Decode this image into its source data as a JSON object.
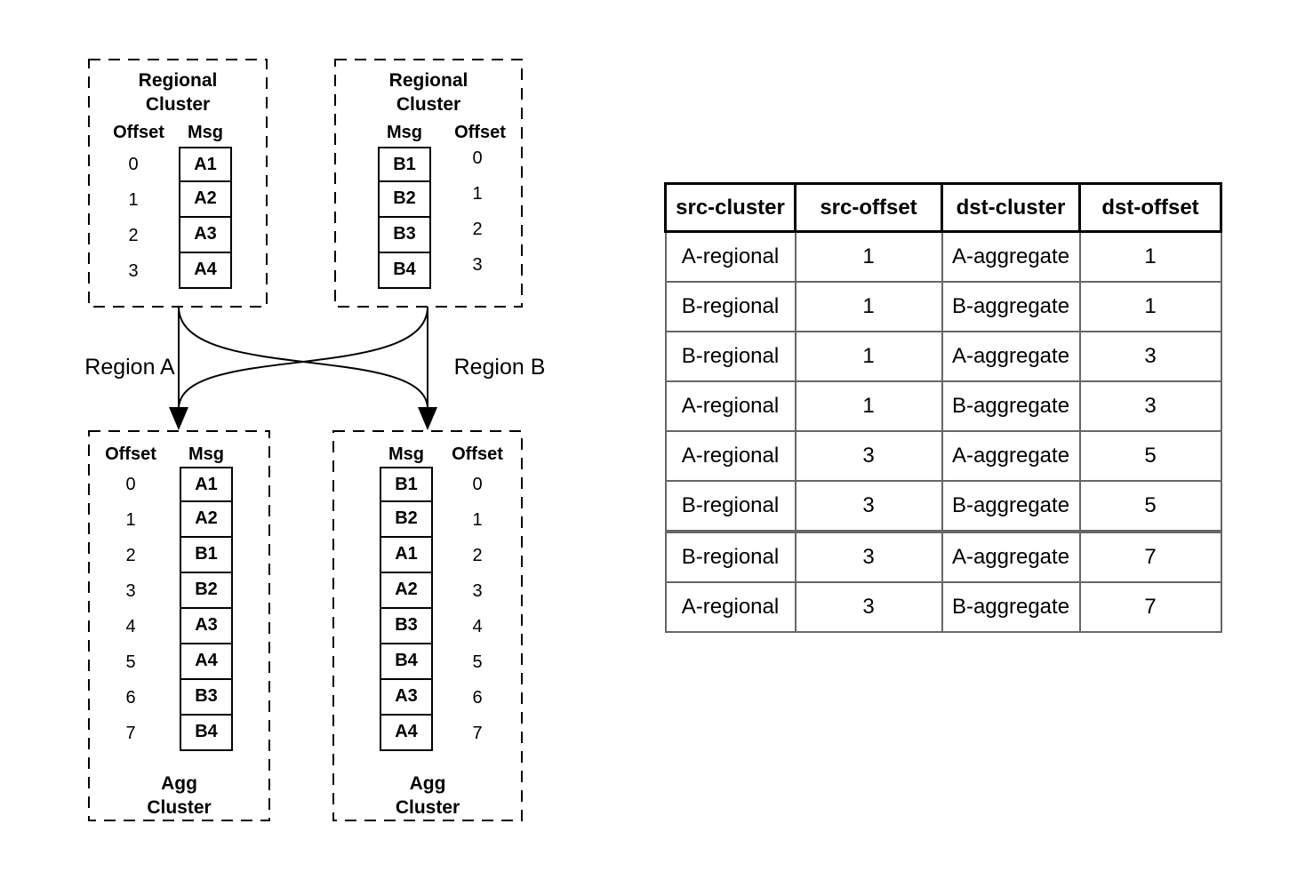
{
  "diagram": {
    "regional_a": {
      "title_line1": "Regional",
      "title_line2": "Cluster",
      "offset_header": "Offset",
      "msg_header": "Msg",
      "offsets": [
        "0",
        "1",
        "2",
        "3"
      ],
      "messages": [
        "A1",
        "A2",
        "A3",
        "A4"
      ]
    },
    "regional_b": {
      "title_line1": "Regional",
      "title_line2": "Cluster",
      "offset_header": "Offset",
      "msg_header": "Msg",
      "offsets": [
        "0",
        "1",
        "2",
        "3"
      ],
      "messages": [
        "B1",
        "B2",
        "B3",
        "B4"
      ]
    },
    "agg_a": {
      "title_line1": "Agg",
      "title_line2": "Cluster",
      "offset_header": "Offset",
      "msg_header": "Msg",
      "offsets": [
        "0",
        "1",
        "2",
        "3",
        "4",
        "5",
        "6",
        "7"
      ],
      "messages": [
        "A1",
        "A2",
        "B1",
        "B2",
        "A3",
        "A4",
        "B3",
        "B4"
      ]
    },
    "agg_b": {
      "title_line1": "Agg",
      "title_line2": "Cluster",
      "offset_header": "Offset",
      "msg_header": "Msg",
      "offsets": [
        "0",
        "1",
        "2",
        "3",
        "4",
        "5",
        "6",
        "7"
      ],
      "messages": [
        "B1",
        "B2",
        "A1",
        "A2",
        "B3",
        "B4",
        "A3",
        "A4"
      ]
    },
    "region_a_label": "Region A",
    "region_b_label": "Region B"
  },
  "table": {
    "headers": [
      "src-cluster",
      "src-offset",
      "dst-cluster",
      "dst-offset"
    ],
    "rows": [
      {
        "src_cluster": "A-regional",
        "src_offset": "1",
        "dst_cluster": "A-aggregate",
        "dst_offset": "1"
      },
      {
        "src_cluster": "B-regional",
        "src_offset": "1",
        "dst_cluster": "B-aggregate",
        "dst_offset": "1"
      },
      {
        "src_cluster": "B-regional",
        "src_offset": "1",
        "dst_cluster": "A-aggregate",
        "dst_offset": "3"
      },
      {
        "src_cluster": "A-regional",
        "src_offset": "1",
        "dst_cluster": "B-aggregate",
        "dst_offset": "3"
      },
      {
        "src_cluster": "A-regional",
        "src_offset": "3",
        "dst_cluster": "A-aggregate",
        "dst_offset": "5"
      },
      {
        "src_cluster": "B-regional",
        "src_offset": "3",
        "dst_cluster": "B-aggregate",
        "dst_offset": "5"
      },
      {
        "src_cluster": "B-regional",
        "src_offset": "3",
        "dst_cluster": "A-aggregate",
        "dst_offset": "7"
      },
      {
        "src_cluster": "A-regional",
        "src_offset": "3",
        "dst_cluster": "B-aggregate",
        "dst_offset": "7"
      }
    ]
  },
  "colors": {
    "background": "#ffffff",
    "diagram_stroke": "#000000",
    "table_header_border": "#000000",
    "table_body_border": "#666666",
    "text": "#000000"
  }
}
